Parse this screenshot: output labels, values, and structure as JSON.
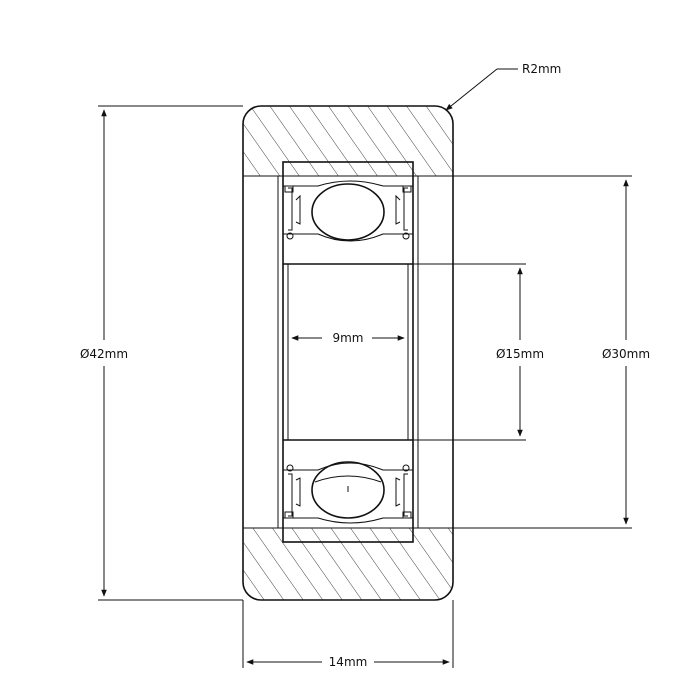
{
  "dimensions": {
    "outer_diameter": "Ø42mm",
    "bearing_outer_diameter": "Ø30mm",
    "bore_diameter": "Ø15mm",
    "inner_width": "9mm",
    "total_width": "14mm",
    "edge_radius": "R2mm"
  },
  "colors": {
    "line": "#111111",
    "background": "#ffffff"
  }
}
